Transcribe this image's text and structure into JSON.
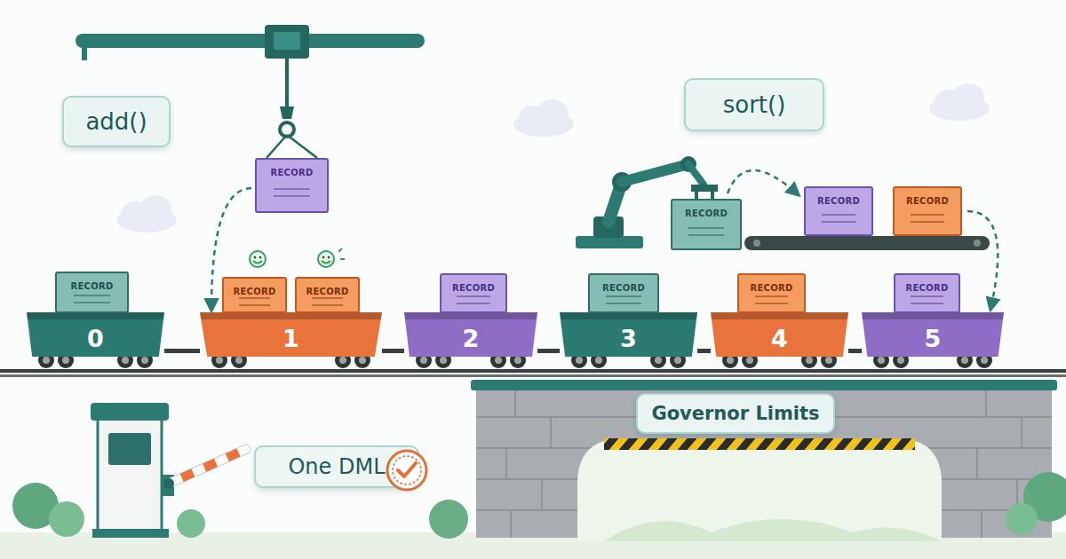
{
  "diagram": {
    "nodes": [
      {
        "text": [
          "add()"
        ]
      },
      {
        "text": [
          "sort()"
        ]
      },
      {
        "text": [
          "RECORD"
        ]
      },
      {
        "text": [
          "RECORD"
        ]
      },
      {
        "text": [
          "RECORD"
        ]
      },
      {
        "text": [
          "RECORD"
        ]
      },
      {
        "text": [
          "0"
        ]
      },
      {
        "text": [
          "RECORD"
        ],
        "in": 6
      },
      {
        "text": [
          "1"
        ]
      },
      {
        "text": [
          "RECORD"
        ],
        "in": 8
      },
      {
        "text": [
          "RECORD"
        ],
        "in": 8
      },
      {
        "text": [
          "2"
        ]
      },
      {
        "text": [
          "RECORD"
        ],
        "in": 11
      },
      {
        "text": [
          "3"
        ]
      },
      {
        "text": [
          "RECORD"
        ],
        "in": 13
      },
      {
        "text": [
          "4"
        ]
      },
      {
        "text": [
          "RECORD"
        ],
        "in": 15
      },
      {
        "text": [
          "5"
        ]
      },
      {
        "text": [
          "RECORD"
        ],
        "in": 17
      },
      {
        "text": [
          "Governor Limits"
        ]
      },
      {
        "text": [
          "One DML"
        ]
      }
    ],
    "edges": [
      {
        "from": 2,
        "to": 8,
        "arrow": "to"
      },
      {
        "from": 3,
        "to": 4,
        "arrow": "to"
      },
      {
        "from": 5,
        "to": 17,
        "arrow": "to"
      }
    ]
  }
}
